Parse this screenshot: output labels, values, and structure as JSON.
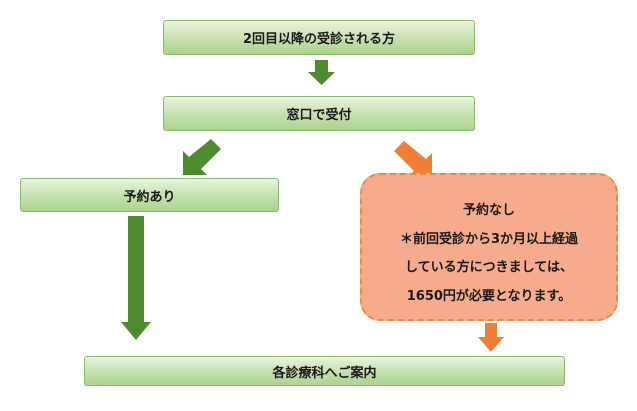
{
  "flow": {
    "repeat_visit": "2回目以降の受診される方",
    "reception": "窓口で受付",
    "appointment_yes": "予約あり",
    "appointment_no": {
      "title": "予約なし",
      "note_line1": "＊前回受診から3か月以上経過",
      "note_line2": "している方につきましては、",
      "note_line3": "1650円が必要となります。"
    },
    "guidance": "各診療科へご案内"
  },
  "colors": {
    "green_box": "#c4e0ad",
    "green_arrow": "#4e8a2e",
    "orange_box": "#f5ab8c",
    "orange_arrow": "#ee7f34"
  }
}
